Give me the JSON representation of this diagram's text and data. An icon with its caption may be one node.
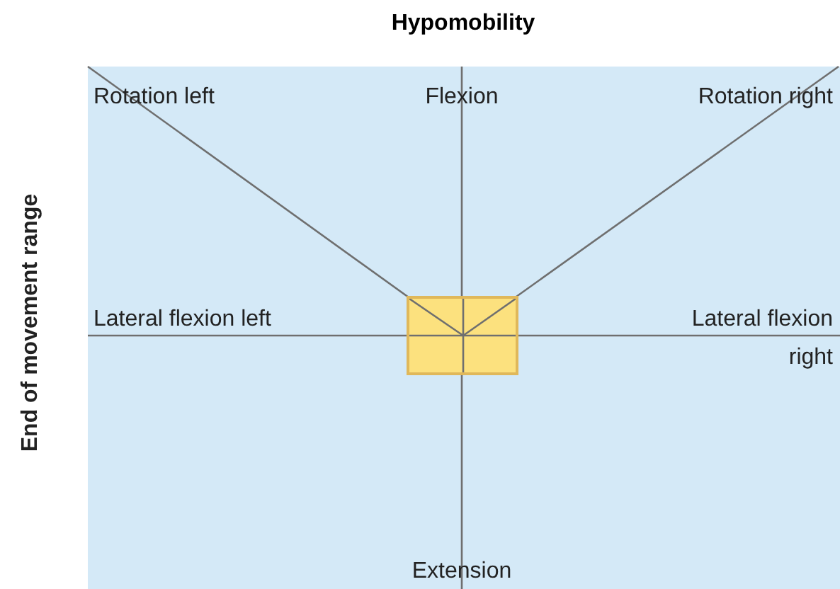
{
  "diagram": {
    "title": "Hypomobility",
    "nodes": [
      {
        "text": [],
        "shape": "box"
      }
    ],
    "labels": [
      "End of movement range",
      "Rotation left",
      "Flexion",
      "Rotation right",
      "Lateral flexion left",
      "Lateral flexion right",
      "Extension"
    ]
  }
}
